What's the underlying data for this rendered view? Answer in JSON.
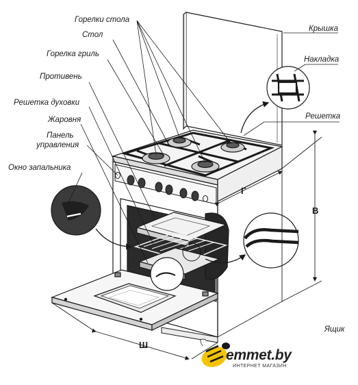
{
  "labels": {
    "burners_top": "Горелки стола",
    "table": "Стол",
    "grill_burner": "Горелка гриль",
    "baking_tray": "Противень",
    "oven_rack": "Решетка духовки",
    "roasting_pan": "Жаровня",
    "control_panel_1": "Панель",
    "control_panel_2": "управления",
    "ignition_window": "Окно запальника",
    "lid": "Крышка",
    "overlay": "Накладка",
    "grate": "Решетка",
    "drawer": "Ящик"
  },
  "dimensions": {
    "width": "Ш",
    "depth": "Г",
    "height": "В"
  },
  "brand": {
    "name": "emmet.by",
    "tagline": "ИНТЕРНЕТ МАГАЗИН",
    "accent": "#f5c400"
  },
  "colors": {
    "line": "#1a1a1a",
    "shade": "#5a5a5a",
    "dark": "#262626"
  }
}
